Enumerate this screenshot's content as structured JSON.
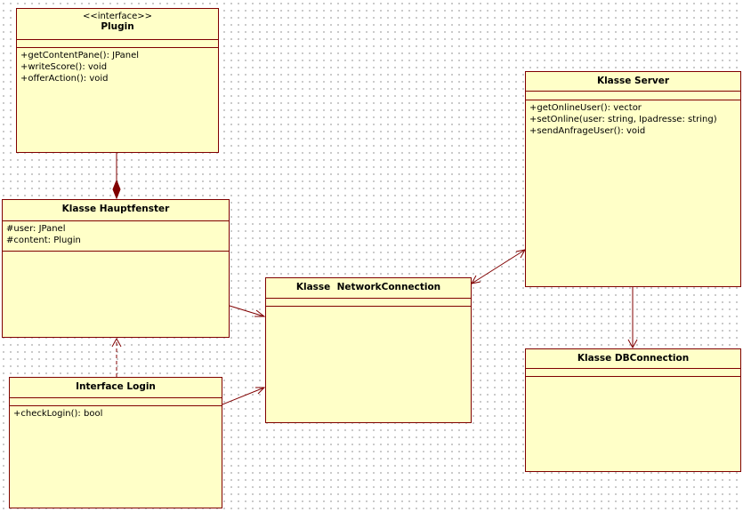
{
  "classes": {
    "plugin": {
      "stereotype": "<<interface>>",
      "name": "Plugin",
      "attributes": [],
      "operations": [
        "+getContentPane(): JPanel",
        "+writeScore(): void",
        "+offerAction(): void"
      ]
    },
    "hauptfenster": {
      "name": "Klasse Hauptfenster",
      "attributes": [
        "#user: JPanel",
        "#content: Plugin"
      ],
      "operations": []
    },
    "login": {
      "name": "Interface Login",
      "attributes": [],
      "operations": [
        "+checkLogin(): bool"
      ]
    },
    "network": {
      "name": "Klasse  NetworkConnection",
      "attributes": [],
      "operations": []
    },
    "server": {
      "name": "Klasse Server",
      "attributes": [],
      "operations": [
        "+getOnlineUser(): vector",
        "+setOnline(user: string, Ipadresse: string)",
        "+sendAnfrageUser(): void"
      ]
    },
    "db": {
      "name": "Klasse DBConnection",
      "attributes": [],
      "operations": []
    }
  },
  "colors": {
    "class_fill": "#ffffc8",
    "line": "#800000",
    "background": "#ffffff"
  }
}
